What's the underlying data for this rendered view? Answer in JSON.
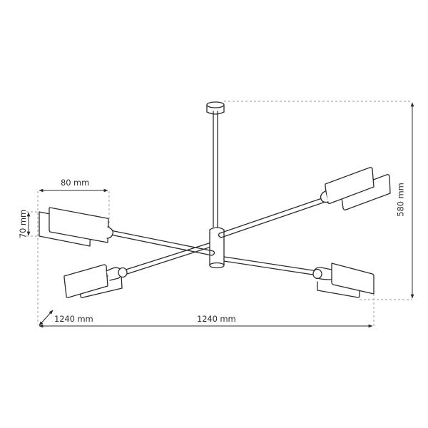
{
  "drawing": {
    "subject": "Four-arm ceiling pendant lamp, technical dimension drawing",
    "colors": {
      "line": "#2b2b2b",
      "dash": "#9a9a9a",
      "background": "#ffffff"
    }
  },
  "dimensions": {
    "shade_width": "80 mm",
    "shade_height": "70 mm",
    "total_height": "580 mm",
    "depth": "1240 mm",
    "width": "1240 mm"
  }
}
